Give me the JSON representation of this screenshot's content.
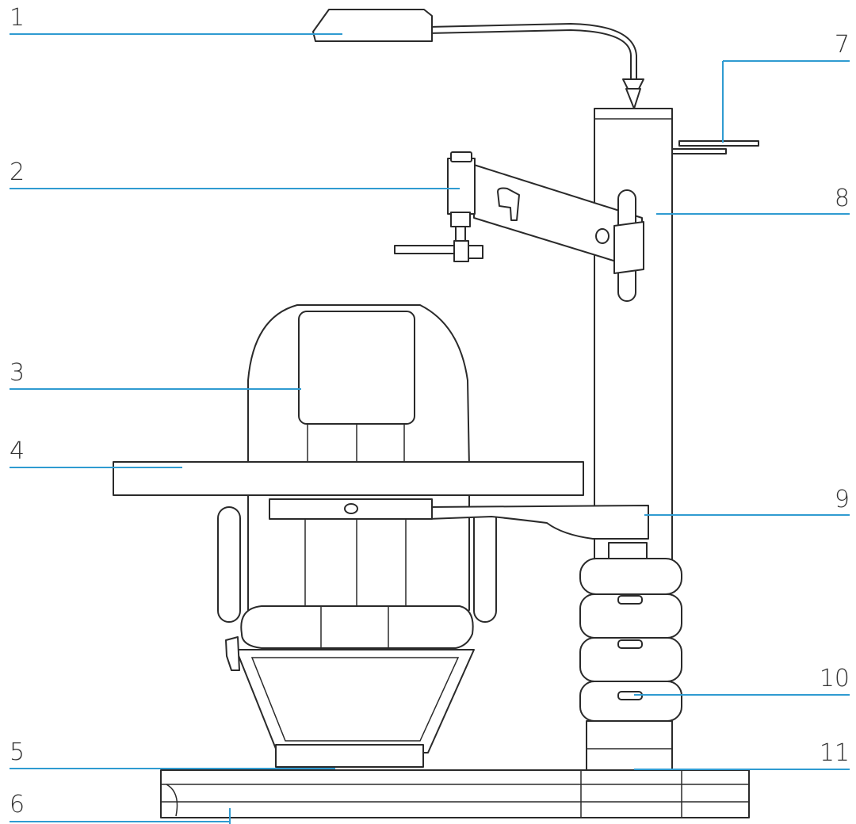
{
  "labels": {
    "l1": "1",
    "l2": "2",
    "l3": "3",
    "l4": "4",
    "l5": "5",
    "l6": "6",
    "l7": "7",
    "l8": "8",
    "l9": "9",
    "l10": "10",
    "l11": "11"
  },
  "colors": {
    "leader_line": "#2f9bd1",
    "line_art": "#2a2a2a",
    "label_text": "#333333"
  }
}
